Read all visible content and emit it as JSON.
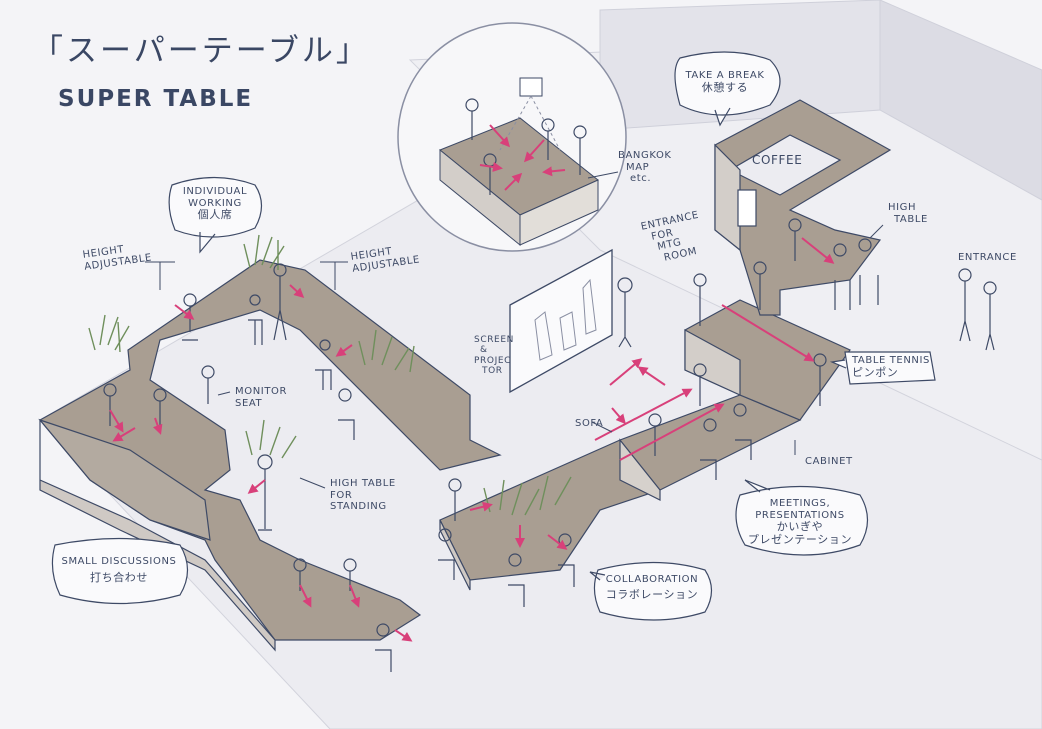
{
  "title": {
    "jp": "「スーパーテーブル」",
    "en": "SUPER TABLE"
  },
  "bubbles": {
    "take_break": {
      "en": "TAKE A BREAK",
      "jp": "休憩する"
    },
    "individual": {
      "en1": "INDIVIDUAL",
      "en2": "WORKING",
      "jp": "個人席"
    },
    "small_disc": {
      "en": "SMALL DISCUSSIONS",
      "jp": "打ち合わせ"
    },
    "meetings": {
      "en1": "MEETINGS,",
      "en2": "PRESENTATIONS",
      "jp1": "かいぎや",
      "jp2": "プレゼンテーション"
    },
    "collab": {
      "en": "COLLABORATION",
      "jp": "コラボレーション"
    },
    "table_tennis": {
      "en": "TABLE TENNIS",
      "jp": "ピンポン"
    }
  },
  "labels": {
    "height_adj_left": {
      "l1": "HEIGHT",
      "l2": "ADJUSTABLE"
    },
    "height_adj_right": {
      "l1": "HEIGHT",
      "l2": "ADJUSTABLE"
    },
    "monitor_seat": {
      "l1": "MONITOR",
      "l2": "SEAT"
    },
    "high_table_standing": {
      "l1": "HIGH TABLE",
      "l2": "FOR",
      "l3": "STANDING"
    },
    "bangkok_map": {
      "l1": "BANGKOK",
      "l2": "MAP",
      "l3": "etc."
    },
    "entrance_mtg": {
      "l1": "ENTRANCE",
      "l2": "FOR",
      "l3": "MTG",
      "l4": "ROOM"
    },
    "screen_projector": {
      "l1": "SCREEN",
      "l2": "&",
      "l3": "PROJEC",
      "l4": "TOR"
    },
    "coffee": "COFFEE",
    "high_table": {
      "l1": "HIGH",
      "l2": "TABLE"
    },
    "entrance": "ENTRANCE",
    "sofa": "SOFA",
    "cabinet": "CABINET"
  },
  "colors": {
    "ink": "#3e4a66",
    "arrow": "#d8407a",
    "table_top": "#a99e92",
    "table_side": "#cfc9c4",
    "floor": "#f4f4f7",
    "plant": "#6f8f5c"
  }
}
